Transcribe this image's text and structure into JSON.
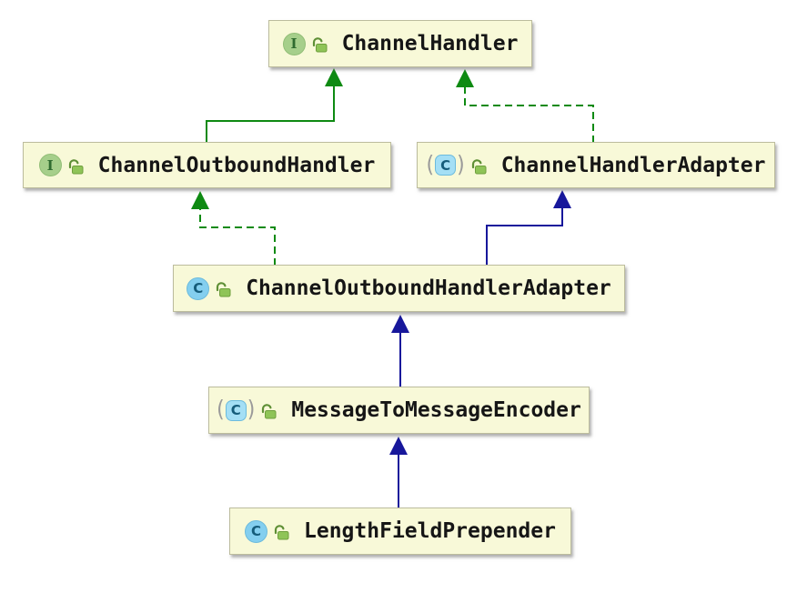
{
  "diagram": {
    "type": "uml-class-diagram",
    "nodes": [
      {
        "name": "ChannelHandler",
        "stereotype": "interface",
        "visibility": "public"
      },
      {
        "name": "ChannelOutboundHandler",
        "stereotype": "interface",
        "visibility": "public"
      },
      {
        "name": "ChannelHandlerAdapter",
        "stereotype": "abstract-class",
        "visibility": "public"
      },
      {
        "name": "ChannelOutboundHandlerAdapter",
        "stereotype": "class",
        "visibility": "public"
      },
      {
        "name": "MessageToMessageEncoder",
        "stereotype": "abstract-class",
        "visibility": "public"
      },
      {
        "name": "LengthFieldPrepender",
        "stereotype": "class",
        "visibility": "public"
      }
    ],
    "edges": [
      {
        "from": "ChannelOutboundHandler",
        "to": "ChannelHandler",
        "relation": "extends",
        "line": "solid",
        "color": "green"
      },
      {
        "from": "ChannelHandlerAdapter",
        "to": "ChannelHandler",
        "relation": "implements",
        "line": "dashed",
        "color": "green"
      },
      {
        "from": "ChannelOutboundHandlerAdapter",
        "to": "ChannelOutboundHandler",
        "relation": "implements",
        "line": "dashed",
        "color": "green"
      },
      {
        "from": "ChannelOutboundHandlerAdapter",
        "to": "ChannelHandlerAdapter",
        "relation": "extends",
        "line": "solid",
        "color": "blue"
      },
      {
        "from": "MessageToMessageEncoder",
        "to": "ChannelOutboundHandlerAdapter",
        "relation": "extends",
        "line": "solid",
        "color": "blue"
      },
      {
        "from": "LengthFieldPrepender",
        "to": "MessageToMessageEncoder",
        "relation": "extends",
        "line": "solid",
        "color": "blue"
      }
    ],
    "icon_letters": {
      "interface": "I",
      "class": "C",
      "paren_open": "(",
      "paren_close": ")"
    },
    "colors": {
      "node_fill": "#F8F9D8",
      "node_border": "#BCBC9D",
      "green_arrow": "#0E8A12",
      "blue_arrow": "#17179B",
      "interface_icon_bg": "#A6CF8B",
      "class_icon_bg": "#84CFEF",
      "lock_green": "#8FC457"
    }
  }
}
